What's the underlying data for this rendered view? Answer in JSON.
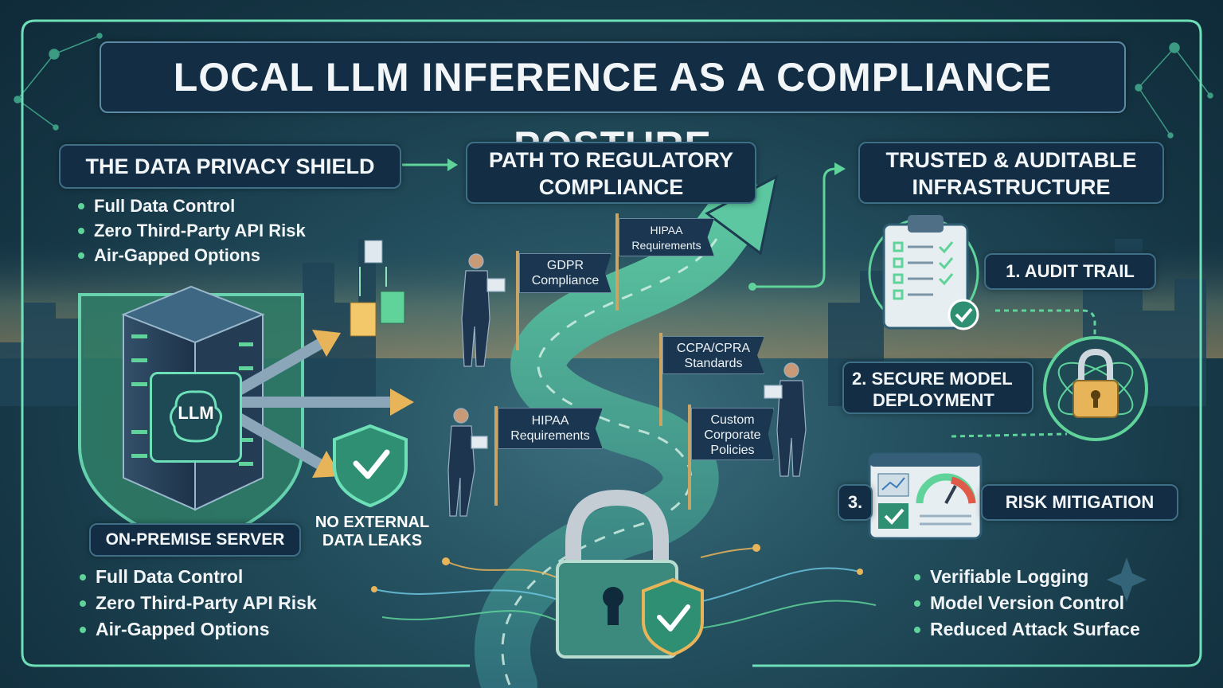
{
  "title": "LOCAL LLM INFERENCE AS A COMPLIANCE POSTURE",
  "left": {
    "heading": "THE DATA PRIVACY SHIELD",
    "bullets_top": [
      "Full Data Control",
      "Zero Third-Party API Risk",
      "Air-Gapped Options"
    ],
    "server_chip": "LLM",
    "server_label": "ON-PREMISE SERVER",
    "no_leak_label": [
      "NO EXTERNAL",
      "DATA LEAKS"
    ],
    "bullets_bottom": [
      "Full Data Control",
      "Zero Third-Party API Risk",
      "Air-Gapped Options"
    ]
  },
  "center": {
    "heading": [
      "PATH TO REGULATORY",
      "COMPLIANCE"
    ],
    "flags": {
      "gdpr": [
        "GDPR",
        "Compliance"
      ],
      "hipaa_top": [
        "HIPAA",
        "Requirements"
      ],
      "ccpa": [
        "CCPA/CPRA",
        "Standards"
      ],
      "hipaa_bottom": [
        "HIPAA",
        "Requirements"
      ],
      "custom": [
        "Custom",
        "Corporate",
        "Policies"
      ]
    }
  },
  "right": {
    "heading": [
      "TRUSTED & AUDITABLE",
      "INFRASTRUCTURE"
    ],
    "items": {
      "audit": "1. AUDIT TRAIL",
      "secure": [
        "2. SECURE MODEL",
        "DEPLOYMENT"
      ],
      "risk_num": "3.",
      "risk": "RISK MITIGATION"
    },
    "bullets": [
      "Verifiable Logging",
      "Model Version Control",
      "Reduced Attack Surface"
    ]
  },
  "colors": {
    "accent_green": "#5fd39a",
    "arrow_gold": "#e8b45a",
    "panel_bg": "#132e44",
    "frame_border": "#6de0b7"
  }
}
